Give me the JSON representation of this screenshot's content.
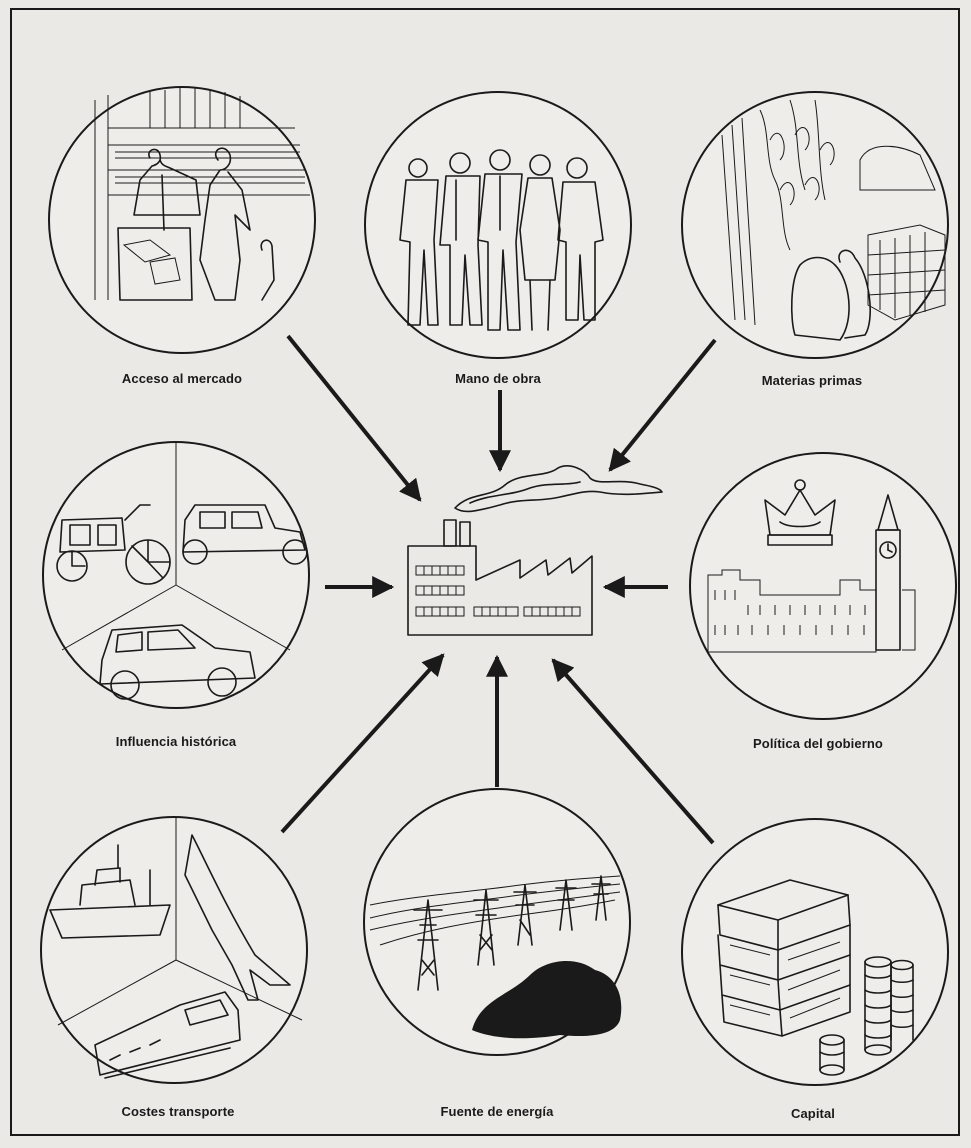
{
  "diagram": {
    "center": {
      "icon": "factory-icon"
    },
    "factors": [
      {
        "id": "market",
        "label": "Acceso al mercado",
        "icon": "shop-icon"
      },
      {
        "id": "labour",
        "label": "Mano de obra",
        "icon": "workers-icon"
      },
      {
        "id": "raw",
        "label": "Materias primas",
        "icon": "raw-materials-icon"
      },
      {
        "id": "history",
        "label": "Influencia histórica",
        "icon": "vehicles-history-icon"
      },
      {
        "id": "gov",
        "label": "Política del gobierno",
        "icon": "government-icon"
      },
      {
        "id": "transport",
        "label": "Costes transporte",
        "icon": "transport-icon"
      },
      {
        "id": "energy",
        "label": "Fuente de energía",
        "icon": "power-lines-icon"
      },
      {
        "id": "capital",
        "label": "Capital",
        "icon": "money-icon"
      }
    ]
  }
}
